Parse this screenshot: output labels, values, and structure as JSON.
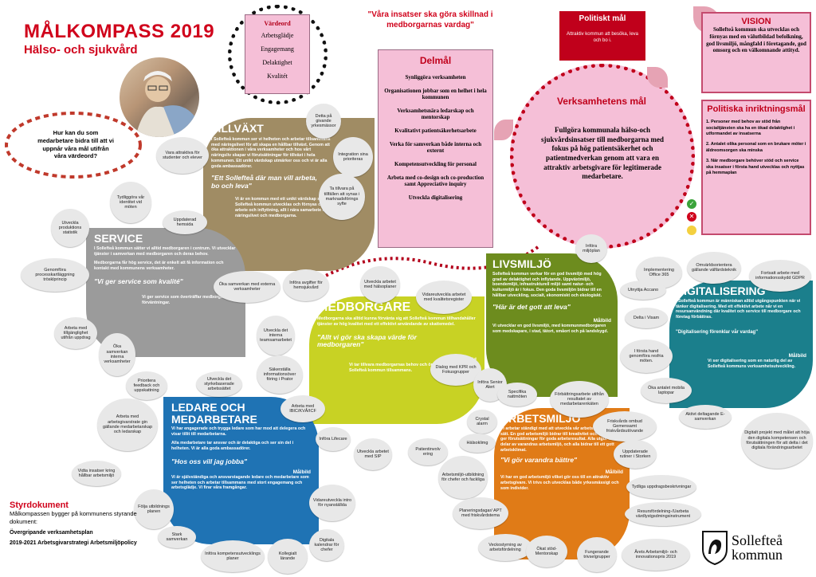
{
  "header": {
    "title": "MÅLKOMPASS 2019",
    "subtitle": "Hälso- och sjukvård"
  },
  "values": {
    "title": "Värdeord",
    "items": [
      "Arbetsglädje",
      "Engagemang",
      "Delaktighet",
      "Kvalitét"
    ]
  },
  "quote": "\"Våra insatser ska göra skillnad i medborgarnas vardag\"",
  "question": "Hur kan du som medarbetare bidra till att vi uppnår våra mål utifrån våra värdeord?",
  "politiskt": {
    "title": "Politiskt mål",
    "text": "Attraktiv kommun att besöka, leva och bo i."
  },
  "vision": {
    "title": "VISION",
    "text": "Sollefteå kommun ska utvecklas och förnyas med en välutbildad befolkning, god livsmiljö, mångfald i företagande, god omsorg och en välkomnande attityd."
  },
  "delmal": {
    "title": "Delmål",
    "items": [
      "Synliggöra verksamheten",
      "Organisationen jobbar som en helhet i hela kommunen",
      "Verksamhetsnära ledarskap och mentorskap",
      "Kvalitativt patientsäkerhetsarbete",
      "Verka för samverkan både interna och externt",
      "Kompetensutveckling för personal",
      "Arbeta med co-design och co-production samt Appreciative inquiry",
      "Utveckla digitalisering"
    ]
  },
  "verksamhet": {
    "title": "Verksamhetens mål",
    "text": "Fullgöra kommunala hälso-och sjukvårdsinsatser till medborgarna med fokus på hög patientsäkerhet och patientmedverkan genom att vara en attraktiv arbetsgivare för legitimerade medarbetare."
  },
  "politiska": {
    "title": "Politiska inriktningsmål",
    "items": [
      "1. Personer med behov av stöd från socialtjänsten ska ha en ökad delaktighet i utformandet av insatserna",
      "2. Antalet olika personal som en brukare möter i äldreomsorgen ska minska",
      "3. När medborgare behöver stöd och service ska insatser i första hand utvecklas och nyttjas på hemmaplan"
    ]
  },
  "tillvaxt": {
    "title": "TILLVÄXT",
    "text": "I Sollefteå kommun ser vi helheten och arbetar tillsammans med näringslivet för att skapa en hållbar tillväxt. Genom att öka attraktionen i våra verksamheter och hos vårt näringsliv skapar vi förutsättningar för tillväxt i hela kommunen. Ett unikt värdskap utmärker oss och vi är alla goda ambassadörer.",
    "quote": "\"Ett Sollefteå där man vill arbeta, bo och leva\"",
    "mb_label": "Målbild",
    "mb": "Vi är en kommun med ett unikt värdskap som välkomnar. Sollefteå kommun utvecklas och förnyas och lockar till arbete och inflyttning, allt i nära samarbete med näringslivet och medborgarna."
  },
  "service": {
    "title": "SERVICE",
    "text": "I Sollefteå kommun sätter vi alltid medborgaren i centrum. Vi utvecklar tjänster i samverkan med medborgaren och deras behov.",
    "text2": "Medborgarna får hög service, det är enkelt att få information och kontakt med kommunens verksamheter.",
    "quote": "\"Vi ger service som kvalité\"",
    "mb_label": "Målbild",
    "mb": "Vi ger service som överträffar medborgarnas förväntningar."
  },
  "medborgare": {
    "title": "MEDBORGARE",
    "text": "Medborgarna ska alltid kunna förvänta sig att Sollefteå kommun tillhandahåller tjänster av hög kvalitet med ett effektivt användande av skattemedel.",
    "quote": "\"Allt vi gör ska skapa värde för medborgaren\"",
    "mb_label": "Målbild",
    "mb": "Vi tar tillvara medborgarnas behov och önskemål och utvecklar Sollefteå kommun tillsammans."
  },
  "livsmiljo": {
    "title": "LIVSMILJÖ",
    "text": "Sollefteå kommun verkar för en god livsmiljö med hög grad av delaktighet och inflytande. Uppväxtmiljö, boendemiljö, infrastrukturell miljö samt natur- och kulturmiljö är i fokus. Den goda livsmiljön bidrar till en hållbar utveckling, socialt, ekonomiskt och ekologiskt.",
    "quote": "\"Här är det gott att leva\"",
    "mb_label": "Målbild",
    "mb": "Vi utvecklar en god livsmiljö, med kommunmedborgaren som medskapare, i stad, tätort, småort och på landsbygd."
  },
  "digitalisering": {
    "title": "DIGITALISERING",
    "text": "I Sollefteå kommun är människan alltid utgångspunkten när vi tänker digitalisering. Med ett effektivt arbete når vi en resursanvändning där kvalitet och service till medborgare och företag förbättras.",
    "quote": "\"Digitalisering förenklar vår vardag\"",
    "mb_label": "Målbild",
    "mb": "Vi ser digitalisering som en naturlig del av Sollefteå kommuns verksamhetsutveckling."
  },
  "ledare": {
    "title": "LEDARE OCH MEDARBETARE",
    "text": "Vi har engagerade och trygga ledare som har mod att delegera och visar tillit till medarbetarna.",
    "text2": "Alla medarbetare tar ansvar och är delaktiga och ser sin del i helheten. Vi är alla goda ambassadörer.",
    "quote": "\"Hos oss vill jag jobba\"",
    "mb_label": "Målbild",
    "mb": "Vi är självständiga och ansvarstagande ledare och medarbetare som ser helheten och arbetar tillsammans med stort engagemang och arbetsglädje. Vi firar våra framgångar."
  },
  "arbetsmiljo": {
    "title": "ARBETSMILJÖ",
    "text": "Vi arbetar ständigt med att utveckla vår arbetsmiljö på bästa sätt. En god arbetsmiljö bidrar till kreativitet och hälsa, och ger förutsättningar för goda arbetsresultat. Alla utgör vi delar av varandras arbetsmiljö, och alla bidrar till ett gott arbetsklimat.",
    "quote": "\"Vi gör varandra bättre\"",
    "mb_label": "Målbild",
    "mb": "Vi har en god arbetsmiljö vilket gör oss till en attraktiv arbetsgivare. Vi trivs och utvecklas både yrkesmässigt och som individer."
  },
  "bubbles": {
    "b1": "Vara attraktiva för studenter och elever",
    "b2": "Detta på givande yrkesmässor",
    "b3": "Integration sina prioriteras",
    "b4": "Ta tillvara på tillfällen att synas i marknadsförings syfte",
    "b5": "Tydliggöra vår identitet vid möten",
    "b6": "Utveckla produktions statistik",
    "b7": "Uppdaterad hemsida",
    "b8": "Genomföra processkartläggning trösklprincip",
    "b9": "Arbeta med tillgänglighet utifrån uppdrag",
    "b10": "Öka samverkan interna verksamheter",
    "b11": "Öka samverkan med externa verksamheter",
    "b12": "Införa avgifter för hemsjukvård",
    "b13": "Utveckla arbetet med hälsoplaner",
    "b14": "Vidareutveckla arbetet med kvalitetsregister",
    "b15": "Utveckla det interna teamsamarbetet",
    "b16": "Dialog med KPR och Fokusgrupper",
    "b17": "Säkerställa informationsöver föring i Prator",
    "b18": "Införa Senior Alert",
    "b19": "Arbeta med IBIC/KVÅ/ICF",
    "b20": "Införa Lifecare",
    "b21": "Utveckla arbetet med SIP",
    "b22": "Patientinvolv ering",
    "b23": "Införa miljöplan",
    "b24": "Implementering Office 365",
    "b25": "Omvärldsorientera gällande välfärdsteknik",
    "b26": "Utnyttja Accano",
    "b27": "Fortsatt arbete med informationsskydd GDPR",
    "b28": "Delta i Visam",
    "b29": "I första hand genomföra resfria möten.",
    "b30": "Öka antalet mobila laptopar",
    "b31": "Aktivt deltagande E-samverkan",
    "b32": "Digitalt projekt med målet att höja den digitala kompetensen och förutsättningen för att delta i det digitala förändringsarbetet",
    "b33": "Prioritera feedback och uppskattning",
    "b34": "Utveckla det styrkebaserade arbetssättet",
    "b35": "Arbeta med arbetsgivarstrate gin gällande medarbetarskap och ledarskap",
    "b36": "Vidta insatser kring hållbar arbetsmiljö",
    "b37": "Följa utbildnings planen",
    "b38": "Vidareutveckla intro för nyanställda",
    "b39": "Stark samverkan",
    "b40": "Införa kompetensutvecklings planer",
    "b41": "Kollegialt lärande",
    "b42": "Digitala kalendrar för chefer",
    "b43": "Specifika nattmöten",
    "b44": "Förbättringsarbete utifrån resultatet av medarbetarenkäten",
    "b45": "Crystal alarm",
    "b46": "Friskvårds ombud Gemensamt friskvårdsutövande",
    "b47": "Hälsoklimg",
    "b48": "Arbetsmiljö-utbildning för chefer och fackliga",
    "b49": "Uppdaterade rutiner i Storken",
    "b50": "Tydliga uppdragsbeskrivningar",
    "b51": "Planeringsdagar/ APT med friskvårdstema",
    "b52": "Resursfördelning-/Uarbeta värdlystgsdmingsinstrument",
    "b53": "Veckostyrning av arbetsfördelning",
    "b54": "Ökat stöd-Mentorskap",
    "b55": "Fungerande trivselgrupper",
    "b56": "Årets Arbetsmiljö- och innovationspris 2019"
  },
  "styrdokument": {
    "title": "Styrdokument",
    "intro": "Målkompassen bygger på kommunens styrande dokument:",
    "d1": "Övergripande verksamhetsplan",
    "d2": "2019-2021 Arbetsgivarstrategi Arbetsmiljöpolicy"
  },
  "logo": {
    "text1": "Sollefteå",
    "text2": "kommun"
  },
  "colors": {
    "title": "#d0021b",
    "tillvaxt": "#a08c64",
    "service": "#9b9b9b",
    "medborgare": "#c8d224",
    "livsmiljo": "#6d8c1e",
    "digital": "#1b7f8c",
    "ledare": "#1f73b4",
    "arbetsmiljo": "#e07b17",
    "pink": "#f5bfd7",
    "politiskt": "#c0001b"
  }
}
